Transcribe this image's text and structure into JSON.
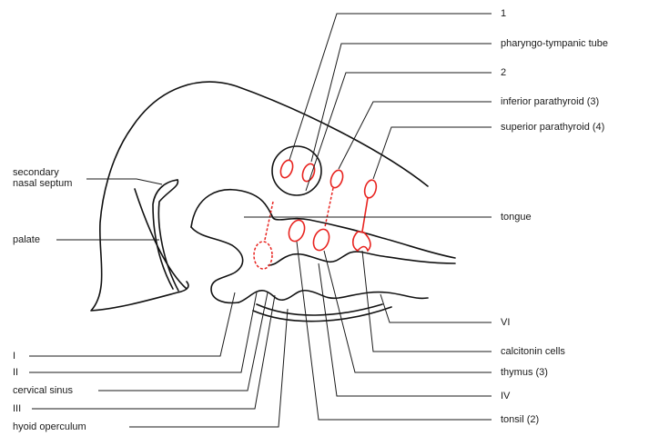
{
  "labels": {
    "right": {
      "l1": "1",
      "pharyngo_tympanic": "pharyngo-tympanic tube",
      "l2": "2",
      "inferior_parathyroid": "inferior parathyroid (3)",
      "superior_parathyroid": "superior parathyroid (4)",
      "tongue": "tongue",
      "vi": "VI",
      "calcitonin": "calcitonin cells",
      "thymus": "thymus (3)",
      "iv": "IV",
      "tonsil": "tonsil (2)"
    },
    "left": {
      "secondary_nasal_septum_1": "secondary",
      "secondary_nasal_septum_2": "nasal septum",
      "palate": "palate",
      "i": "I",
      "ii": "II",
      "cervical_sinus": "cervical sinus",
      "iii": "III",
      "hyoid_operculum": "hyoid operculum"
    }
  },
  "colors": {
    "structure": "#e8231f",
    "outline": "#111111"
  }
}
